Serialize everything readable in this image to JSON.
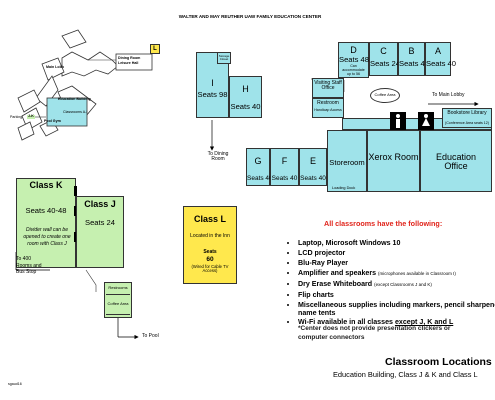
{
  "header": {
    "title": "WALTER AND MAY REUTHER  UAW FAMILY EDUCATION CENTER"
  },
  "campus": {
    "main_lobby": "Main Lobb",
    "dining_room": "Dining Room",
    "leisure_hall": "Leisure Hall",
    "building_marker": "L",
    "education_building": "Education Building",
    "classrooms_ai": "Classrooms A-I",
    "jk_marker": "J-K",
    "pool_gym": "Pool Gym",
    "parking": "Parking"
  },
  "rooms": {
    "D": {
      "letter": "D",
      "seats": "Seats 48",
      "note": "Can accommodate up to 56"
    },
    "C": {
      "letter": "C",
      "seats": "Seats 24"
    },
    "B": {
      "letter": "B",
      "seats": "Seats 40"
    },
    "A": {
      "letter": "A",
      "seats": "Seats 40"
    },
    "I": {
      "letter": "I",
      "seats": "Seats 98",
      "storage": "Storage Closet"
    },
    "H": {
      "letter": "H",
      "seats": "Seats 40"
    },
    "G": {
      "letter": "G",
      "seats": "Seats 40"
    },
    "F": {
      "letter": "F",
      "seats": "Seats 40"
    },
    "E": {
      "letter": "E",
      "seats": "Seats 40"
    },
    "visiting_staff": "Visiting Staff Office",
    "restroom": "Restroom",
    "handicap": "Handicap Access",
    "coffee_area": "Coffee Area",
    "storeroom": "Storeroom",
    "loading_dock": "Loading Dock",
    "xerox": "Xerox Room",
    "education_office": "Education Office",
    "bookstore": "Bookstore Library",
    "bookstore_note": "(Conference Area seats 12)",
    "to_main_lobby": "To Main Lobby",
    "to_dining_room": "To Dining Room"
  },
  "classK": {
    "title": "Class K",
    "seats": "Seats 40-48",
    "note": "Divider wall can be opened to create one room with Class J"
  },
  "classJ": {
    "title": "Class J",
    "seats": "Seats 24"
  },
  "restrooms_small": "Restrooms",
  "coffee_area_small": "Coffee Area",
  "to_400_rooms": "To 400 Rooms and Bus Stop",
  "to_pool": "To Pool",
  "classL": {
    "title": "Class L",
    "location": "Located in the Inn",
    "seats_label": "Seats",
    "seats": "60",
    "note": "(Wired for Cable TV Access)"
  },
  "features": {
    "heading": "All classrooms have the following:",
    "items": [
      {
        "text": "Laptop, Microsoft Windows 10",
        "note": ""
      },
      {
        "text": "LCD projector",
        "note": ""
      },
      {
        "text": "Blu-Ray Player",
        "note": ""
      },
      {
        "text": "Amplifier and speakers",
        "note": "(microphones available in Classroom I)"
      },
      {
        "text": "Dry Erase Whiteboard",
        "note": "(except Classrooms J and K)"
      },
      {
        "text": "Flip charts",
        "note": ""
      },
      {
        "text": "Miscellaneous supplies including markers, pencil sharpener, name tents",
        "note": ""
      }
    ],
    "wifi_text": "Wi-Fi available in all classes ",
    "wifi_except": "except J, K and L",
    "footnote": "*Center does not provide presentation clickers or computer connectors"
  },
  "footer": {
    "title": "Classroom Locations",
    "subtitle": "Education Building, Class J & K and Class L",
    "code": "sgaud16"
  },
  "colors": {
    "room": "#9fe3ea",
    "green": "#c6f0b0",
    "yellow": "#ffe84d",
    "red": "#e0241b"
  }
}
